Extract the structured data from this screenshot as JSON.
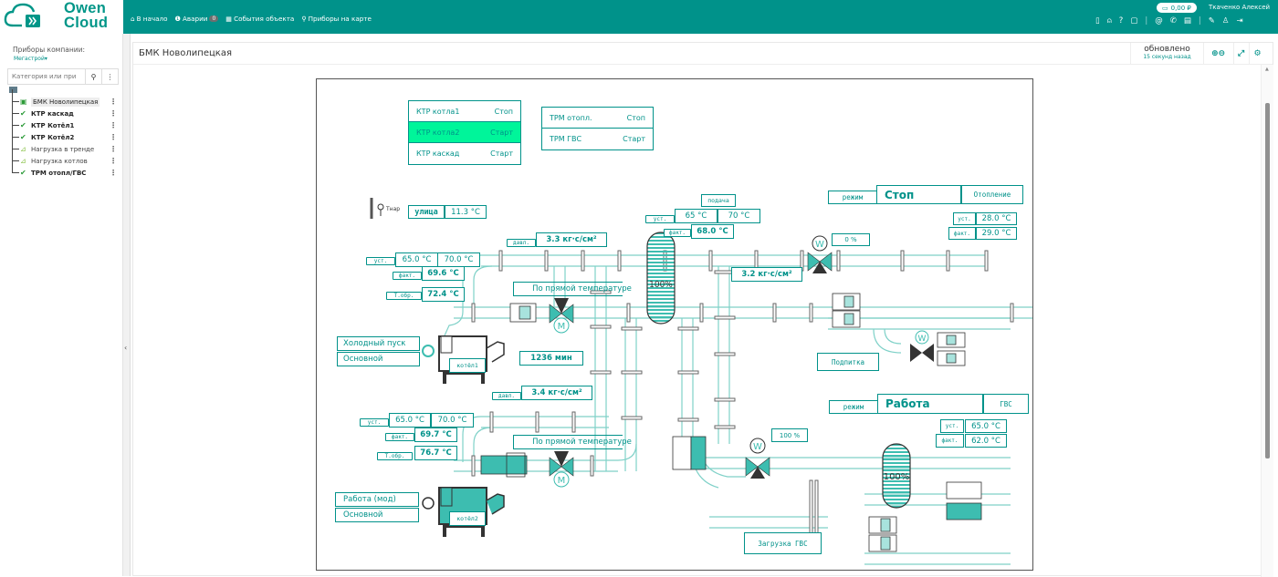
{
  "app": {
    "logo_line1": "Owen",
    "logo_line2": "Cloud",
    "nav": [
      {
        "label": "В начало",
        "icon": "home-icon"
      },
      {
        "label": "Аварии",
        "icon": "alert-icon",
        "badge": "0"
      },
      {
        "label": "События объекта",
        "icon": "events-icon"
      },
      {
        "label": "Приборы на карте",
        "icon": "map-pin-icon"
      }
    ],
    "balance": "0,00 ₽",
    "user": "Ткаченко Алексей",
    "toolbar_icons": [
      "document-icon",
      "notification-icon",
      "help-icon",
      "chat-icon",
      "email-icon",
      "phone-icon",
      "briefcase-icon",
      "tools-icon",
      "user-icon",
      "logout-icon"
    ]
  },
  "sidebar": {
    "title": "Приборы компании:",
    "company": "Мегастрой",
    "search_placeholder": "Категория или при",
    "items": [
      {
        "label": "БМК Новолипецкая",
        "icon": "scheme-icon",
        "style": "sel"
      },
      {
        "label": "КТР каскад",
        "icon": "check-icon",
        "style": "bold"
      },
      {
        "label": "КТР Котёл1",
        "icon": "check-icon",
        "style": "bold"
      },
      {
        "label": "КТР Котёл2",
        "icon": "check-icon",
        "style": "bold"
      },
      {
        "label": "Нагрузка в тренде",
        "icon": "chart-icon",
        "style": "gray"
      },
      {
        "label": "Нагрузка котлов",
        "icon": "chart-icon",
        "style": "gray"
      },
      {
        "label": "ТРМ отопл/ГВС",
        "icon": "check-icon",
        "style": "bold"
      }
    ]
  },
  "panel": {
    "title": "БМК Новолипецкая",
    "updated": "обновлено",
    "updated_ago": "15 секунд назад"
  },
  "scheme": {
    "ktr_table": [
      {
        "name": "КТР котла1",
        "state": "Стоп",
        "active": false
      },
      {
        "name": "КТР котла2",
        "state": "Старт",
        "active": true
      },
      {
        "name": "КТР каскад",
        "state": "Старт",
        "active": false
      }
    ],
    "trm_table": [
      {
        "name": "ТРМ отопл.",
        "state": "Стоп"
      },
      {
        "name": "ТРМ ГВС",
        "state": "Старт"
      }
    ],
    "outdoor": {
      "sensor_label": "Tнар",
      "label": "улица",
      "value": "11.3 °C"
    },
    "boiler1": {
      "pressure_tag": "давл.",
      "pressure": "3.3 кг·с/см²",
      "set_tag": "уст.",
      "set_low": "65.0 °C",
      "set_high": "70.0 °C",
      "fact_tag": "факт.",
      "fact": "69.6 °C",
      "ret_tag": "Т.обр.",
      "ret": "72.4 °C",
      "mode_label": "По прямой температуре",
      "status1": "Холодный пуск",
      "status2": "Основной",
      "name": "котёл1",
      "runtime": "1236 мин"
    },
    "boiler2": {
      "pressure_tag": "давл.",
      "pressure": "3.4 кг·с/см²",
      "set_tag": "уст.",
      "set_low": "65.0 °C",
      "set_high": "70.0 °C",
      "fact_tag": "факт.",
      "fact": "69.7 °C",
      "ret_tag": "Т.обр.",
      "ret": "76.7 °C",
      "mode_label": "По прямой температуре",
      "status1": "Работа (мод)",
      "status2": "Основной",
      "name": "котёл2"
    },
    "supply": {
      "label": "подача",
      "set_tag": "уст.",
      "set_low": "65 °C",
      "set_high": "70 °C",
      "fact_tag": "факт.",
      "fact": "68.0 °C",
      "pressure": "3.2 кг·с/см²",
      "tank_level": "100%"
    },
    "heating": {
      "mode_tag": "режим",
      "mode": "Стоп",
      "circuit": "Отопление",
      "set_tag": "уст.",
      "set": "28.0 °C",
      "fact_tag": "факт.",
      "fact": "29.0 °C",
      "valve": "0 %"
    },
    "makeup": {
      "label": "Подпитка"
    },
    "dhw": {
      "mode_tag": "режим",
      "mode": "Работа",
      "circuit": "ГВС",
      "set_tag": "уст.",
      "set": "65.0 °C",
      "fact_tag": "факт.",
      "fact": "62.0 °C",
      "valve": "100 %",
      "tank_level": "100%",
      "load_label": "Загрузка ГВС"
    },
    "valve_letter_m": "M",
    "valve_letter_w": "W"
  }
}
